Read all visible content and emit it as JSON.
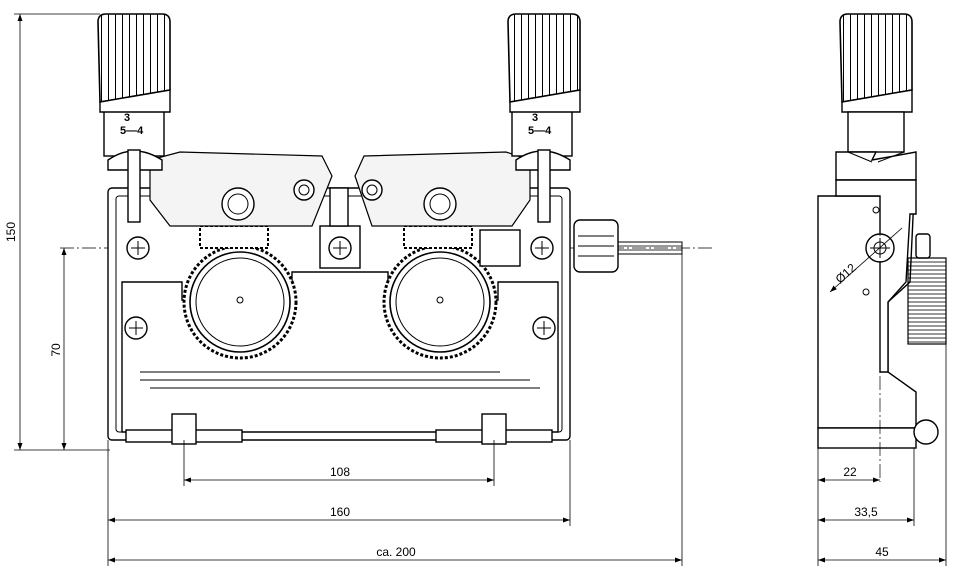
{
  "dimensions": {
    "height_total": "150",
    "height_axis": "70",
    "width_holes": "108",
    "width_body": "160",
    "width_total": "ca. 200",
    "side_offset": "22",
    "side_body": "33,5",
    "side_total": "45",
    "bore_diameter": "Ø12"
  },
  "knob_labels": {
    "left_top": "3",
    "left_bottom": "5—4",
    "right_top": "3",
    "right_bottom": "5—4"
  }
}
